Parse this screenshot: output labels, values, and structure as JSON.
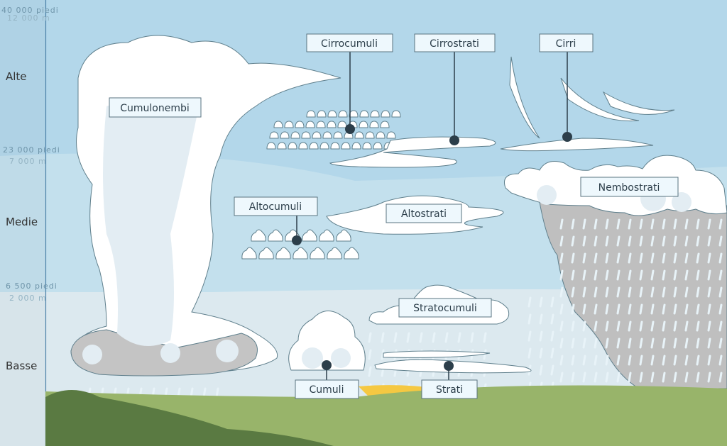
{
  "altitude_scale": {
    "tiers": [
      {
        "name": "Alte",
        "top_feet": "40 000 piedi",
        "top_m": "12 000 m"
      },
      {
        "name": "Medie",
        "top_feet": "23 000 piedi",
        "top_m": "7 000 m"
      },
      {
        "name": "Basse",
        "top_feet": "6 500 piedi",
        "top_m": "2 000 m"
      }
    ]
  },
  "clouds": {
    "cirrocumuli": "Cirrocumuli",
    "cirrostrati": "Cirrostrati",
    "cirri": "Cirri",
    "cumulonembi": "Cumulonembi",
    "nembostrati": "Nembostrati",
    "altocumuli": "Altocumuli",
    "altostrati": "Altostrati",
    "stratocumuli": "Stratocumuli",
    "cumuli": "Cumuli",
    "strati": "Strati"
  },
  "colors": {
    "sky_high": "#b3d7ea",
    "sky_mid": "#c3e0ed",
    "sky_low": "#dce9ef",
    "ground_light": "#98b46a",
    "ground_dark": "#5a7a42",
    "rain_cloud": "#bfbfbf",
    "sun_strip": "#f5c842"
  }
}
